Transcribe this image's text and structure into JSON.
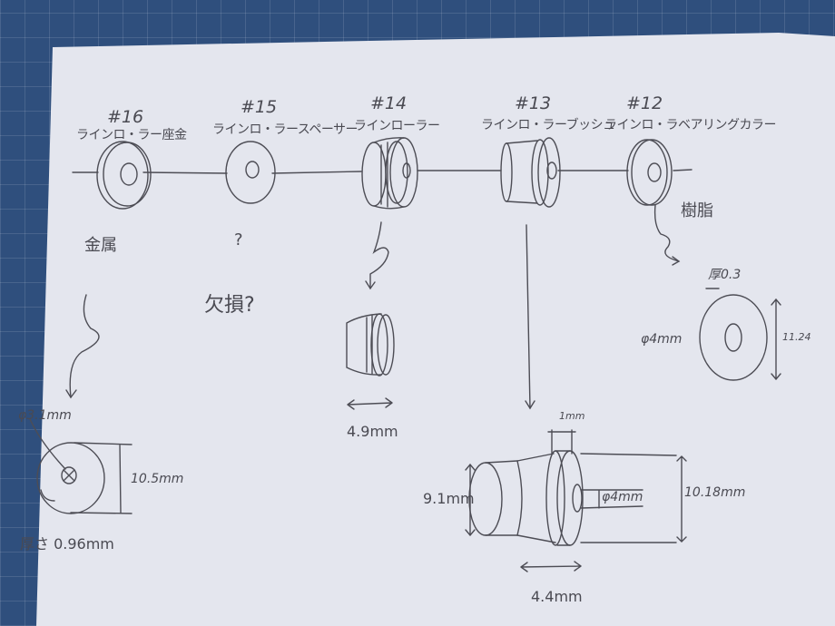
{
  "parts": [
    {
      "number": "#16",
      "name": "ラインロ・ラー座金"
    },
    {
      "number": "#15",
      "name": "ラインロ・ラースペーサー"
    },
    {
      "number": "#14",
      "name": "ラインローラー"
    },
    {
      "number": "#13",
      "name": "ラインロ・ラーブッシュ"
    },
    {
      "number": "#12",
      "name": "ラインロ・ラベアリングカラー"
    }
  ],
  "notes": {
    "metal": "金属",
    "question": "?",
    "missing": "欠損?",
    "resin": "樹脂"
  },
  "dimensions": {
    "washer_inner_dia": "φ3.1mm",
    "washer_outer_dia": "10.5mm",
    "washer_thickness": "厚さ 0.96mm",
    "roller_width": "4.9mm",
    "bushing_flange": "1mm",
    "bushing_body_dia": "9.1mm",
    "bushing_bore": "φ4mm",
    "bushing_flange_dia": "10.18mm",
    "bushing_length": "4.4mm",
    "collar_thickness": "厚0.3",
    "collar_inner_dia": "φ4mm",
    "collar_outer_dia": "11.24"
  }
}
